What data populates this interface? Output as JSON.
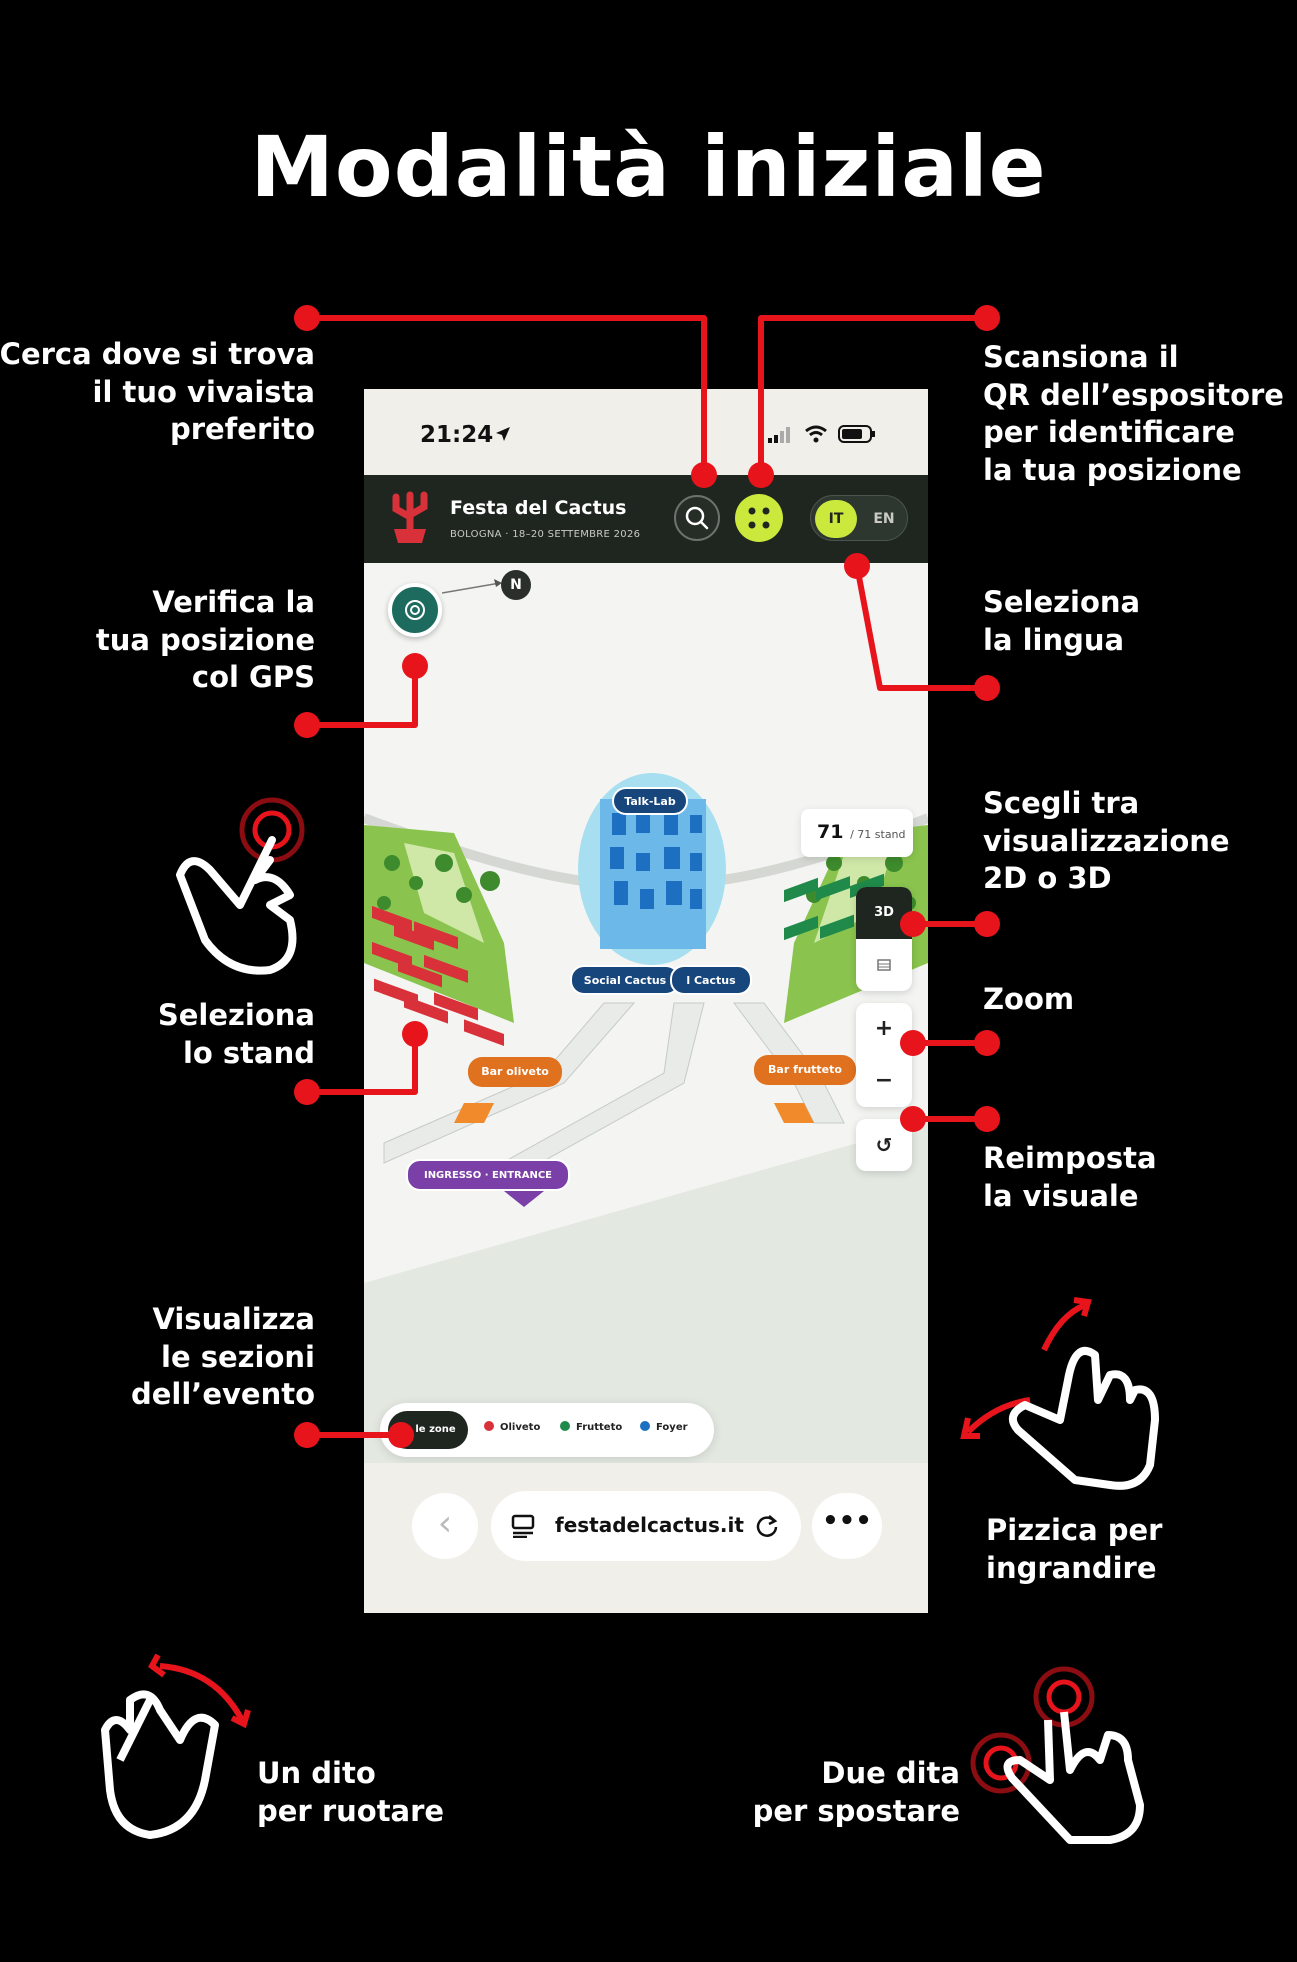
{
  "page": {
    "title": "Modalità iniziale"
  },
  "annotations": {
    "search": [
      "Cerca dove si trova",
      "il tuo vivaista",
      "preferito"
    ],
    "qr": [
      "Scansiona il",
      "QR dell’espositore",
      "per identificare",
      "la tua posizione"
    ],
    "gps": [
      "Verifica la",
      "tua posizione",
      "col GPS"
    ],
    "language": [
      "Seleziona",
      "la lingua"
    ],
    "view": [
      "Scegli tra",
      "visualizzazione",
      "2D o 3D"
    ],
    "stand": [
      "Seleziona",
      "lo stand"
    ],
    "zoom": [
      "Zoom"
    ],
    "reset": [
      "Reimposta",
      "la visuale"
    ],
    "sections": [
      "Visualizza",
      "le sezioni",
      "dell’evento"
    ],
    "pinch": [
      "Pizzica per",
      "ingrandire"
    ],
    "rotate": [
      "Un dito",
      "per ruotare"
    ],
    "pan": [
      "Due dita",
      "per spostare"
    ]
  },
  "phone": {
    "status_time": "21:24",
    "app": {
      "title": "Festa del Cactus",
      "subtitle": "BOLOGNA · 18–20 SETTEMBRE 2026"
    },
    "lang": {
      "it": "IT",
      "en": "EN",
      "selected": "IT"
    },
    "map": {
      "north": "N",
      "stand_count": "71",
      "stand_total": "/ 71 stand",
      "labels": {
        "talk_lab": "Talk-Lab",
        "social_cactus": "Social Cactus",
        "social_cactus_2": "l Cactus",
        "bar_oliveto": "Bar oliveto",
        "bar_frutteto": "Bar frutteto",
        "entrance": "INGRESSO · ENTRANCE"
      },
      "controls": {
        "mode_3d": "3D",
        "zoom_in": "+",
        "zoom_out": "−",
        "reset": "↺"
      }
    },
    "filters": [
      {
        "label": "te le zone",
        "color": "#1f2620"
      },
      {
        "label": "Oliveto",
        "color": "#d8313a"
      },
      {
        "label": "Frutteto",
        "color": "#1f8a4a"
      },
      {
        "label": "Foyer",
        "color": "#1d6fc2"
      }
    ],
    "browser": {
      "url": "festadelcactus.it",
      "back": "‹",
      "more": "•••"
    }
  },
  "colors": {
    "accent_red": "#e8141c",
    "lime": "#cbe83d",
    "dark": "#1f2620"
  }
}
